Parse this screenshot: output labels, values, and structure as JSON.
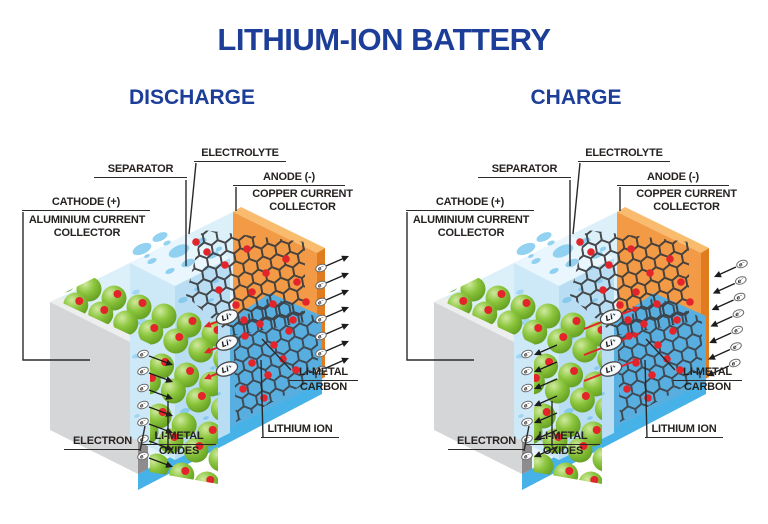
{
  "title": "LITHIUM-ION BATTERY",
  "panels": [
    {
      "heading": "DISCHARGE",
      "mode": "discharge"
    },
    {
      "heading": "CHARGE",
      "mode": "charge"
    }
  ],
  "labels": {
    "separator": "SEPARATOR",
    "electrolyte": "ELECTROLYTE",
    "anode": "ANODE (-)",
    "copper_collector": "COPPER CURRENT COLLECTOR",
    "cathode": "CATHODE (+)",
    "aluminium_collector": "ALUMINIUM CURRENT COLLECTOR",
    "electron": "ELECTRON",
    "li_metal_oxides_line1": "LI-METAL",
    "li_metal_oxides_line2": "OXIDES",
    "lithium_ion": "LITHIUM ION",
    "li_metal_carbon_line1": "LI-METAL",
    "li_metal_carbon_line2": "CARBON"
  },
  "symbols": {
    "lithium_ion": "Li⁺",
    "electron": "e⁻"
  },
  "colors": {
    "heading": "#1c3e98",
    "label": "#262220",
    "green": "#8cc63e",
    "red": "#e3242b",
    "orange": "#f29a45",
    "gray": "#d5d6d8",
    "separator_blue": "#cde9f8",
    "anode_blue": "#58afdf",
    "strip_blue": "#47b2e8",
    "lattice": "#3a3a3c"
  }
}
